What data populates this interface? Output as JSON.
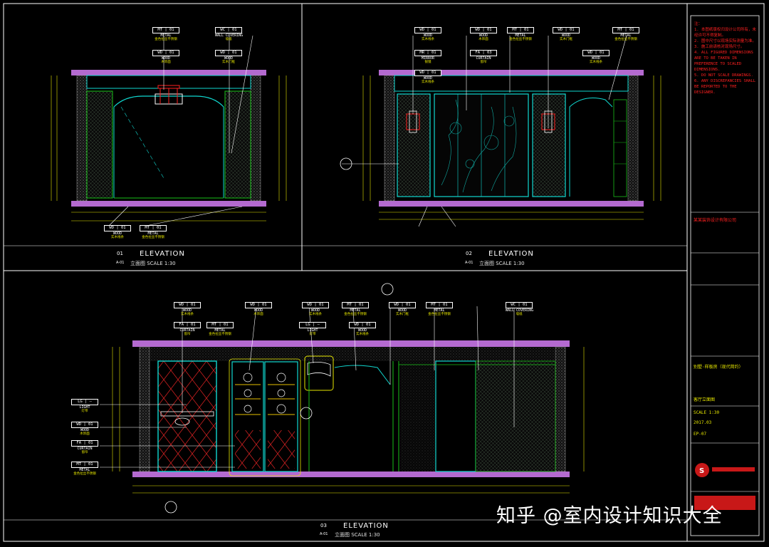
{
  "drawing": {
    "panels": [
      {
        "number": "01",
        "title": "ELEVATION",
        "subtitle": "立面图  SCALE  1:30",
        "sheet_ref": "A-01"
      },
      {
        "number": "02",
        "title": "ELEVATION",
        "subtitle": "立面图  SCALE  1:30",
        "sheet_ref": "A-01"
      },
      {
        "number": "03",
        "title": "ELEVATION",
        "subtitle": "立面图  SCALE  1:30",
        "sheet_ref": "A-01"
      }
    ],
    "tags_elev1": [
      {
        "code": "MT | 01",
        "l1": "METAL",
        "l2": "金色拉丝不锈钢"
      },
      {
        "code": "WD | 01",
        "l1": "WOOD",
        "l2": "木饰面"
      },
      {
        "code": "WC | 01",
        "l1": "WALL COVERING",
        "l2": "墙纸"
      },
      {
        "code": "WD | 01",
        "l1": "WOOD",
        "l2": "实木门框"
      },
      {
        "code": "WD | 01",
        "l1": "WOOD",
        "l2": "实木线条"
      },
      {
        "code": "MT | 01",
        "l1": "METAL",
        "l2": "金色拉丝不锈钢"
      }
    ],
    "tags_elev2": [
      {
        "code": "WD | 01",
        "l1": "WOOD",
        "l2": "实木线条"
      },
      {
        "code": "MR | 01",
        "l1": "MIRROR",
        "l2": "银镜"
      },
      {
        "code": "WD | 01",
        "l1": "WOOD",
        "l2": "实木线条"
      },
      {
        "code": "FA | 03",
        "l1": "CURTAIN",
        "l2": "窗帘"
      },
      {
        "code": "MT | 01",
        "l1": "METAL",
        "l2": "金色拉丝不锈钢"
      },
      {
        "code": "WD | 01",
        "l1": "WOOD",
        "l2": "木饰面"
      },
      {
        "code": "WD | 01",
        "l1": "WOOD",
        "l2": "实木门框"
      },
      {
        "code": "WD | 01",
        "l1": "WOOD",
        "l2": "实木线条"
      },
      {
        "code": "MT | 01",
        "l1": "METAL",
        "l2": "金色拉丝不锈钢"
      }
    ],
    "tags_elev3_top": [
      {
        "code": "WD | 01",
        "l1": "WOOD",
        "l2": "实木线条"
      },
      {
        "code": "FA | 01",
        "l1": "CURTAIN",
        "l2": "窗帘"
      },
      {
        "code": "MT | 01",
        "l1": "METAL",
        "l2": "金色拉丝不锈钢"
      },
      {
        "code": "WD | 01",
        "l1": "WOOD",
        "l2": "木饰面"
      },
      {
        "code": "LG | —",
        "l1": "LIGHT",
        "l2": "灯带"
      },
      {
        "code": "WD | 01",
        "l1": "WOOD",
        "l2": "实木线条"
      },
      {
        "code": "MT | 01",
        "l1": "METAL",
        "l2": "金色拉丝不锈钢"
      },
      {
        "code": "WD | 01",
        "l1": "WOOD",
        "l2": "实木线条"
      },
      {
        "code": "WD | 01",
        "l1": "WOOD",
        "l2": "实木门框"
      },
      {
        "code": "MT | 01",
        "l1": "METAL",
        "l2": "金色拉丝不锈钢"
      },
      {
        "code": "WC | 01",
        "l1": "WALL COVERING",
        "l2": "墙纸"
      }
    ],
    "tags_elev3_left": [
      {
        "code": "LG | —",
        "l1": "LIGHT",
        "l2": "灯带"
      },
      {
        "code": "WD | 01",
        "l1": "WOOD",
        "l2": "木饰面"
      },
      {
        "code": "FA | 01",
        "l1": "CURTAIN",
        "l2": "窗帘"
      },
      {
        "code": "MT | 01",
        "l1": "METAL",
        "l2": "金色拉丝不锈钢"
      }
    ]
  },
  "title_block": {
    "notes": "注：\n1. 本图纸版权归设计公司所有，未经许可不得复制。\n2. 图中尺寸以现场实际测量为准。\n3. 施工前请核对现场尺寸。\n4. ALL FIGURED DIMENSIONS ARE TO BE TAKEN IN PREFERENCE TO SCALED DIMENSIONS.\n5. DO NOT SCALE DRAWINGS.\n6. ANY DISCREPANCIES SHALL BE REPORTED TO THE DESIGNER.",
    "firm": "某某装饰设计有限公司",
    "project_cn": "别墅·样板房（现代简约）",
    "sheet_title": "客厅立面图",
    "scale": "SCALE  1:30",
    "date": "2017.03",
    "drawing_no": "EP-07",
    "logo_text": "S"
  },
  "watermark": "知乎 @室内设计知识大全",
  "colors": {
    "background": "#000000",
    "frame": "#ffffff",
    "wall": "#b46ad0",
    "cyan": "#10d8d0",
    "yellow": "#e6e600",
    "green": "#18c018",
    "red": "#ff2020",
    "hatch": "#9a9a9a"
  }
}
